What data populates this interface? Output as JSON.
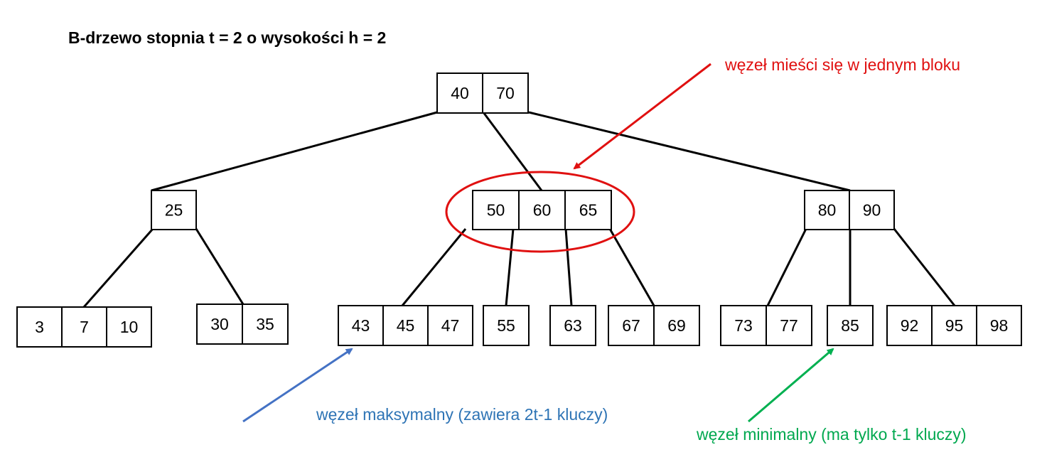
{
  "title": "B-drzewo stopnia t = 2 o wysokości h = 2",
  "annotations": {
    "block_note": "węzeł mieści się w jednym bloku",
    "max_node_note": "węzeł maksymalny (zawiera 2t-1 kluczy)",
    "min_node_note": "węzeł minimalny (ma tylko t-1 kluczy)"
  },
  "colors": {
    "block_note": "#e01010",
    "max_node_note": "#2e74b5",
    "min_node_note": "#00a84f"
  },
  "tree": {
    "root": {
      "keys": [
        "40",
        "70"
      ]
    },
    "level1": [
      {
        "keys": [
          "25"
        ]
      },
      {
        "keys": [
          "50",
          "60",
          "65"
        ]
      },
      {
        "keys": [
          "80",
          "90"
        ]
      }
    ],
    "leaves": [
      {
        "keys": [
          "3",
          "7",
          "10"
        ]
      },
      {
        "keys": [
          "30",
          "35"
        ]
      },
      {
        "keys": [
          "43",
          "45",
          "47"
        ]
      },
      {
        "keys": [
          "55"
        ]
      },
      {
        "keys": [
          "63"
        ]
      },
      {
        "keys": [
          "67",
          "69"
        ]
      },
      {
        "keys": [
          "73",
          "77"
        ]
      },
      {
        "keys": [
          "85"
        ]
      },
      {
        "keys": [
          "92",
          "95",
          "98"
        ]
      }
    ]
  }
}
